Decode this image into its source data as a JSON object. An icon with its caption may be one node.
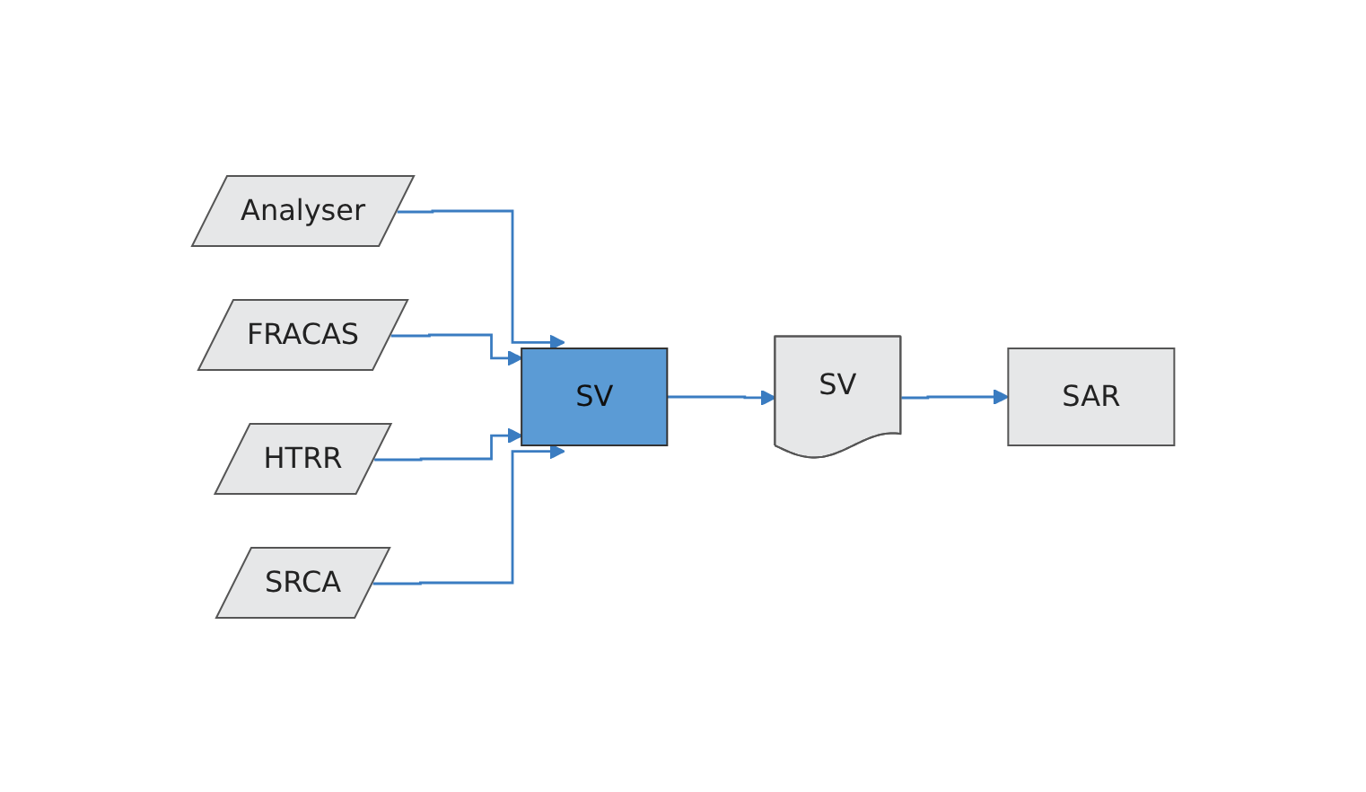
{
  "diagram": {
    "nodes": [
      {
        "text": [
          "Analyser"
        ]
      },
      {
        "text": [
          "FRACAS"
        ]
      },
      {
        "text": [
          "HTRR"
        ]
      },
      {
        "text": [
          "SRCA"
        ]
      },
      {
        "text": [
          "SV"
        ]
      },
      {
        "text": [
          "SV"
        ]
      },
      {
        "text": [
          "SAR"
        ]
      }
    ],
    "edges": [
      {
        "from": 0,
        "to": 4,
        "arrow": "to"
      },
      {
        "from": 1,
        "to": 4,
        "arrow": "to"
      },
      {
        "from": 2,
        "to": 4,
        "arrow": "to"
      },
      {
        "from": 3,
        "to": 4,
        "arrow": "to"
      },
      {
        "from": 4,
        "to": 5,
        "arrow": "to"
      },
      {
        "from": 5,
        "to": 6,
        "arrow": "to"
      }
    ]
  }
}
